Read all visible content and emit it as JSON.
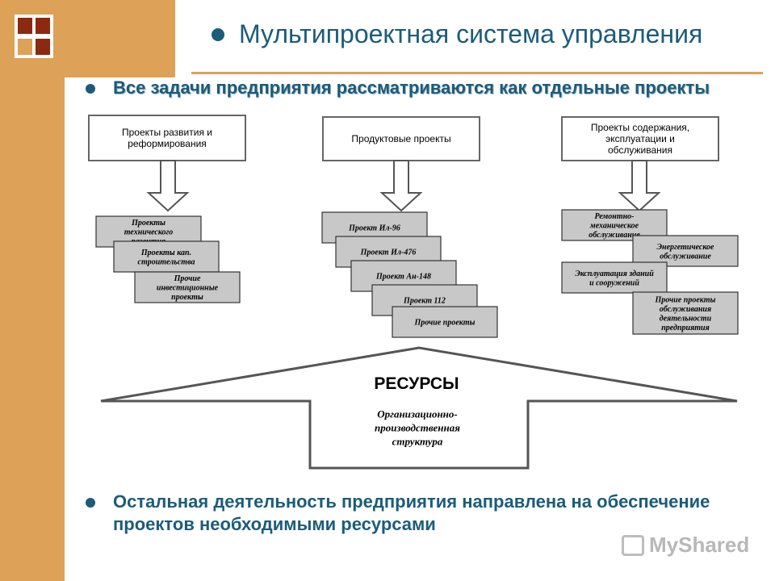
{
  "title": "Мультипроектная система управления",
  "bullets": [
    "Все задачи предприятия рассматриваются как отдельные проекты",
    "Остальная  деятельность предприятия направлена на обеспечение проектов необходимыми ресурсами"
  ],
  "categories": [
    {
      "label": [
        "Проекты развития и",
        "реформирования"
      ],
      "items": [
        [
          "Проекты",
          "технического",
          "развития"
        ],
        [
          "Проекты кап.",
          "строительства"
        ],
        [
          "Прочие",
          "инвестиционные",
          "проекты"
        ]
      ]
    },
    {
      "label": [
        "Продуктовые проекты"
      ],
      "items": [
        [
          "Проект Ил-96"
        ],
        [
          "Проект Ил-476"
        ],
        [
          "Проект Ан-148"
        ],
        [
          "Проект 112"
        ],
        [
          "Прочие проекты"
        ]
      ]
    },
    {
      "label": [
        "Проекты содержания,",
        "эксплуатации и",
        "обслуживания"
      ],
      "items": [
        [
          "Ремонтно-",
          "механическое",
          "обслуживание"
        ],
        [
          "Энергетическое",
          "обслуживание"
        ],
        [
          "Эксплуатация зданий",
          "и сооружений"
        ],
        [
          "Прочие проекты",
          "обслуживания",
          "деятельности",
          "предприятия"
        ]
      ]
    }
  ],
  "resources": {
    "title": "РЕСУРСЫ",
    "subtitle": [
      "Организационно-",
      "производственная",
      "структура"
    ]
  },
  "watermark": "MyShared",
  "colors": {
    "accent": "#dda157",
    "text": "#1b5c7a",
    "item_fill": "#c8c8c8"
  }
}
